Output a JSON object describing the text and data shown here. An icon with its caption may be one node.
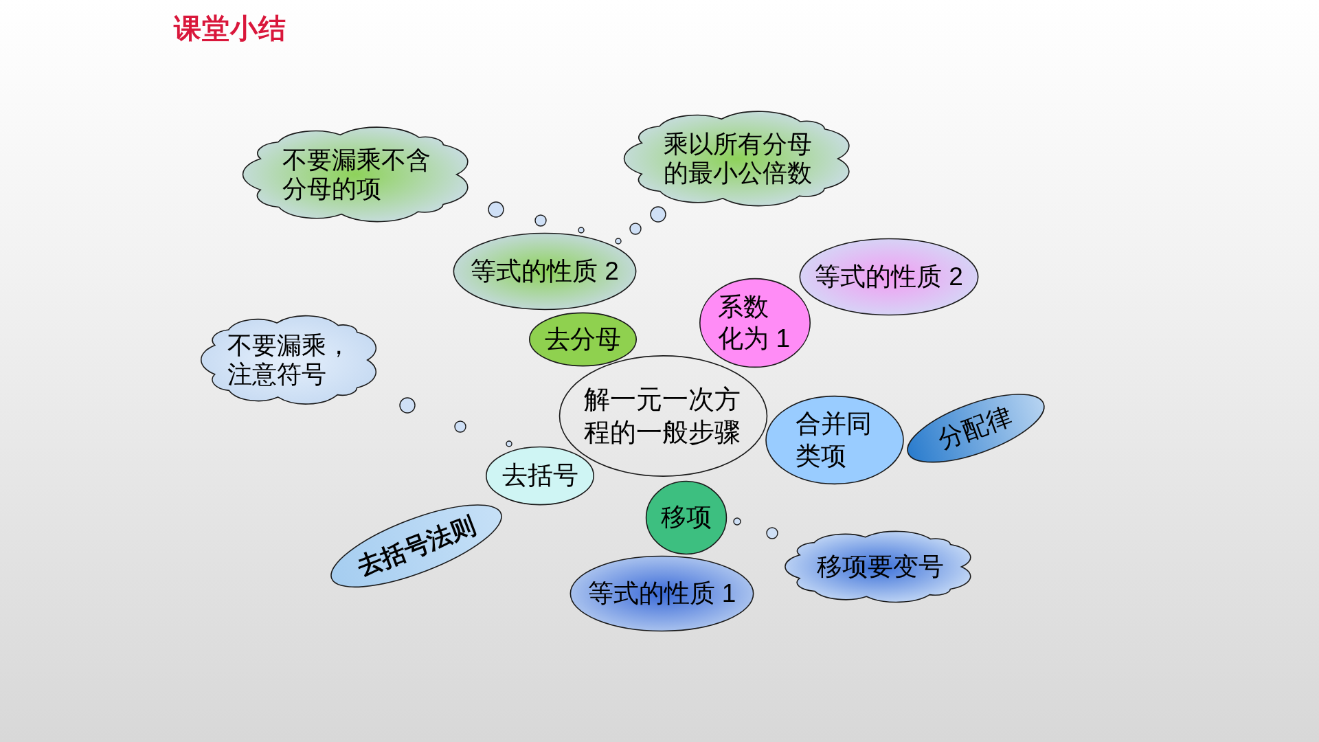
{
  "diagram": {
    "title": "课堂小结",
    "nodes": [
      {
        "text": [
          "不要漏乘不含分母的项"
        ]
      },
      {
        "text": [
          "乘以所有分母的最小公倍数"
        ]
      },
      {
        "text": [
          "等式的性质 2"
        ]
      },
      {
        "text": [
          "等式的性质 2"
        ]
      },
      {
        "text": [
          "系数化为 1"
        ]
      },
      {
        "text": [
          "去分母"
        ]
      },
      {
        "text": [
          "不要漏乘，注意符号"
        ]
      },
      {
        "text": [
          "解一元一次方程的一般步骤"
        ]
      },
      {
        "text": [
          "合并同类项"
        ]
      },
      {
        "text": [
          "分配律"
        ]
      },
      {
        "text": [
          "去括号"
        ]
      },
      {
        "text": [
          "去括号法则"
        ]
      },
      {
        "text": [
          "移项"
        ]
      },
      {
        "text": [
          "等式的性质 1"
        ]
      },
      {
        "text": [
          "移项要变号"
        ]
      }
    ]
  }
}
